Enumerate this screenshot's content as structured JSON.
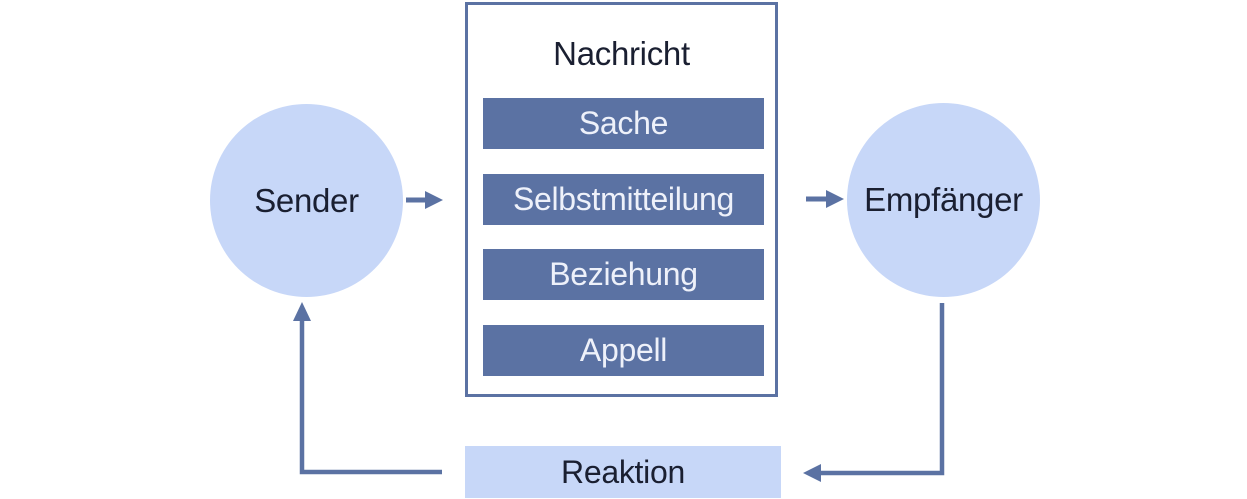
{
  "nodes": {
    "sender": "Sender",
    "empfaenger": "Empfänger"
  },
  "message": {
    "title": "Nachricht",
    "aspects": [
      "Sache",
      "Selbstmitteilung",
      "Beziehung",
      "Appell"
    ]
  },
  "feedback": "Reaktion",
  "arrows": [
    {
      "name": "sender-to-message-arrow",
      "direction": "right"
    },
    {
      "name": "message-to-empfaenger-arrow",
      "direction": "right"
    },
    {
      "name": "empfaenger-to-reaktion-arrow",
      "direction": "down-then-left"
    },
    {
      "name": "reaktion-to-sender-arrow",
      "direction": "left-then-up"
    }
  ],
  "colors": {
    "light_blue": "#c7d7f8",
    "slate": "#5b72a3",
    "dark_text": "#1a1f31",
    "bar_text": "#eef1fa",
    "background": "#ffffff"
  }
}
